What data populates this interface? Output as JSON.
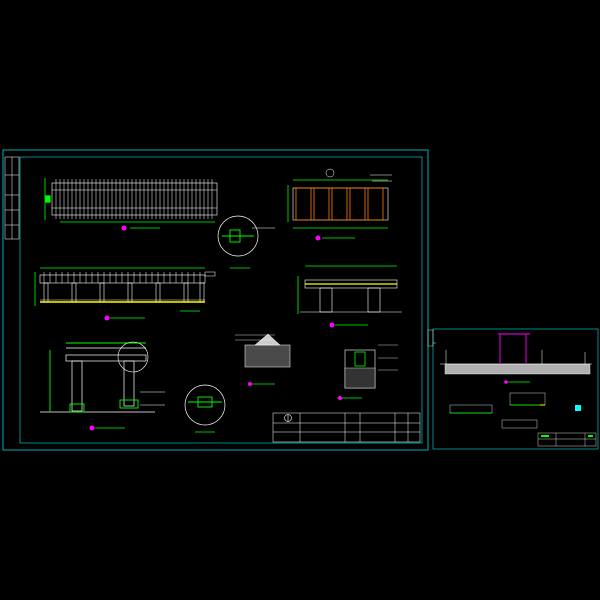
{
  "app": {
    "background_color": "#000000",
    "sheet_border_color": "#00b0b0",
    "linework_color": "#ffffff",
    "accent_colors": {
      "cyan": "#00e0e0",
      "green": "#00ff00",
      "yellow": "#ffff00",
      "magenta": "#ff00ff",
      "red": "#ff3030",
      "orange": "#ff8000"
    }
  },
  "sheets": [
    {
      "name": "main-sheet"
    },
    {
      "name": "secondary-sheet"
    }
  ],
  "views": [
    {
      "name": "pergola-top-plan",
      "marker_icon": "magenta-circle-marker"
    },
    {
      "name": "pergola-front-elevation",
      "marker_icon": "magenta-circle-marker"
    },
    {
      "name": "pergola-side-elevation",
      "marker_icon": "magenta-circle-marker"
    },
    {
      "name": "connection-detail-circle",
      "marker_icon": "magenta-circle-marker"
    },
    {
      "name": "beam-detail-circle",
      "marker_icon": "magenta-circle-marker"
    },
    {
      "name": "foundation-plan",
      "marker_icon": "magenta-circle-marker"
    },
    {
      "name": "foundation-section",
      "marker_icon": "magenta-circle-marker"
    },
    {
      "name": "paving-section",
      "marker_icon": "magenta-circle-marker"
    },
    {
      "name": "footing-detail",
      "marker_icon": "magenta-circle-marker"
    }
  ],
  "title_block": {
    "present": true
  },
  "icons": {
    "north_arrow": "north-arrow-icon"
  }
}
